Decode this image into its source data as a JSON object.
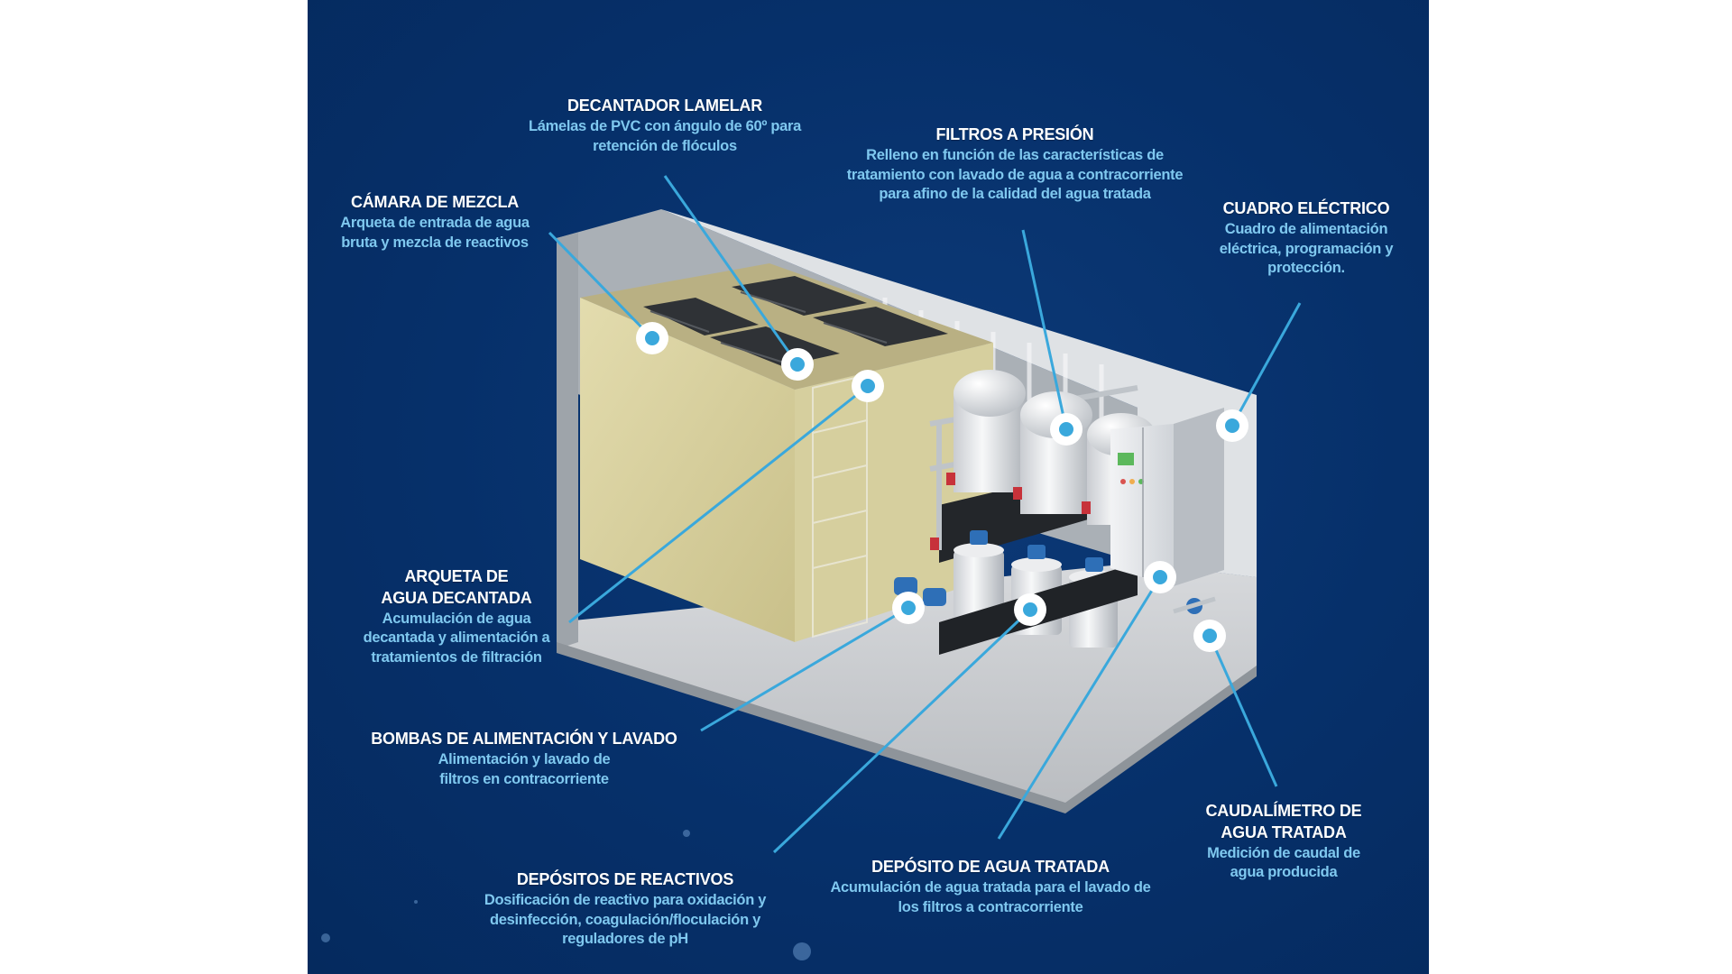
{
  "accent_color": "#3aa8dc",
  "components": [
    {
      "id": "lamelar",
      "title": "DECANTADOR LAMELAR",
      "description": "Lámelas de PVC con ángulo de 60º para retención de flóculos"
    },
    {
      "id": "filtros",
      "title": "FILTROS A PRESIÓN",
      "description": "Relleno en función de las características de tratamiento con lavado de agua a contracorriente para afino de la calidad del agua tratada"
    },
    {
      "id": "mezcla",
      "title": "CÁMARA DE MEZCLA",
      "description": "Arqueta de entrada de agua bruta y mezcla de reactivos"
    },
    {
      "id": "cuadro",
      "title": "CUADRO ELÉCTRICO",
      "description": "Cuadro de alimentación eléctrica, programación y protección."
    },
    {
      "id": "arqueta",
      "title": "ARQUETA DE AGUA DECANTADA",
      "description": "Acumulación de agua decantada y alimentación a tratamientos de filtración"
    },
    {
      "id": "bombas",
      "title": "BOMBAS DE ALIMENTACIÓN Y LAVADO",
      "description": "Alimentación y lavado de filtros en contracorriente"
    },
    {
      "id": "caudal",
      "title": "CAUDALÍMETRO DE AGUA TRATADA",
      "description": "Medición de caudal de agua producida"
    },
    {
      "id": "deposito_tratada",
      "title": "DEPÓSITO DE AGUA TRATADA",
      "description": "Acumulación de agua tratada para el lavado de los filtros a contracorriente"
    },
    {
      "id": "reactivos",
      "title": "DEPÓSITOS DE REACTIVOS",
      "description": "Dosificación de reactivo para oxidación y desinfección, coagulación/floculación y reguladores de pH"
    }
  ]
}
